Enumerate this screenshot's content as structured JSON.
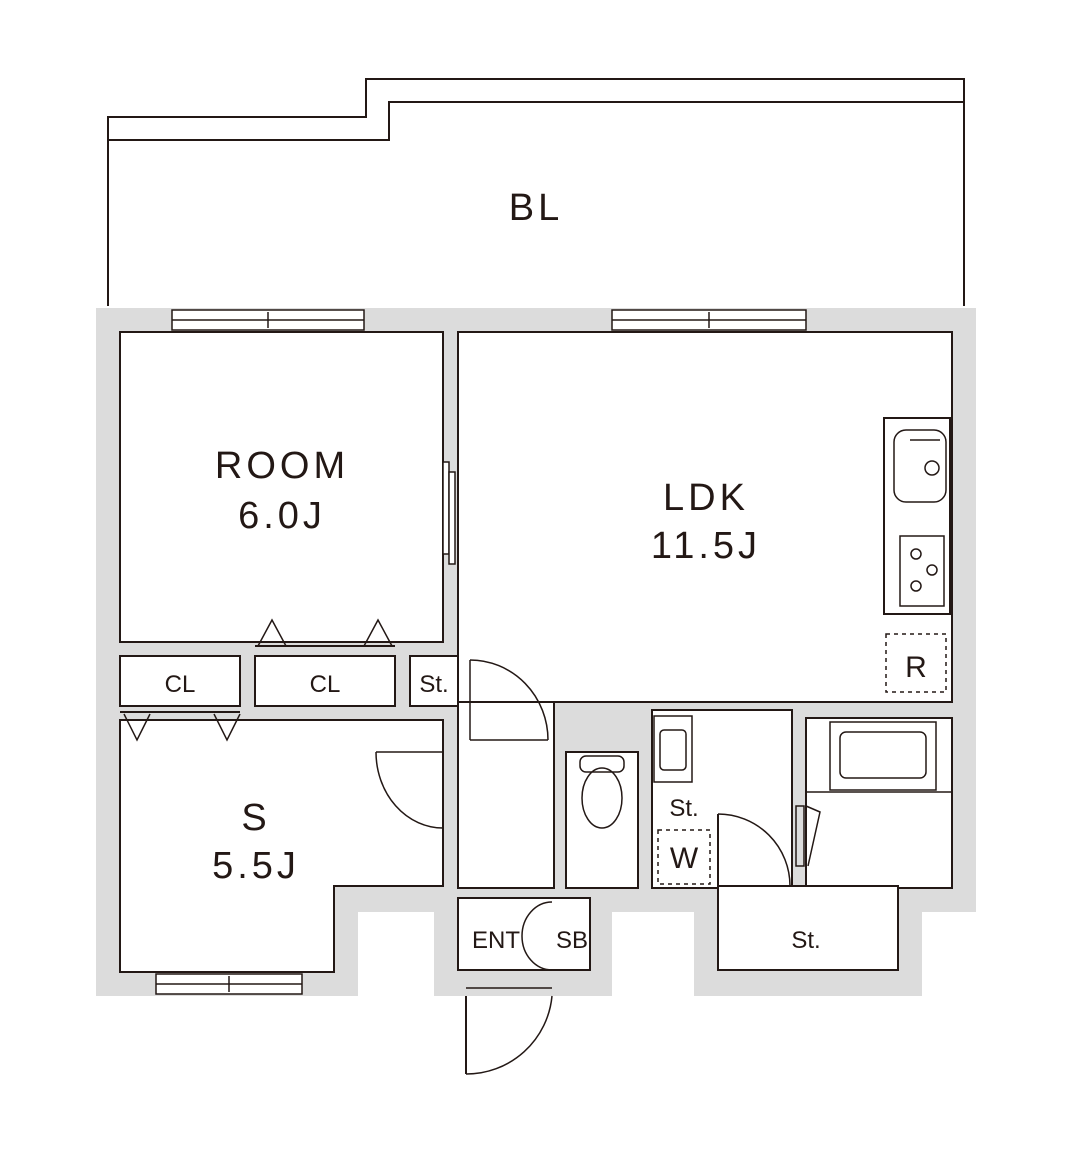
{
  "plan": {
    "balcony": "BL",
    "room": {
      "name": "ROOM",
      "size": "6.0J"
    },
    "ldk": {
      "name": "LDK",
      "size": "11.5J"
    },
    "service_room": {
      "name": "S",
      "size": "5.5J"
    },
    "closet_left": "CL",
    "closet_right": "CL",
    "storage_hall": "St.",
    "storage_washroom": "St.",
    "storage_bottom": "St.",
    "washer": "W",
    "fridge": "R",
    "entrance": "ENT",
    "shoe_box": "SB"
  }
}
